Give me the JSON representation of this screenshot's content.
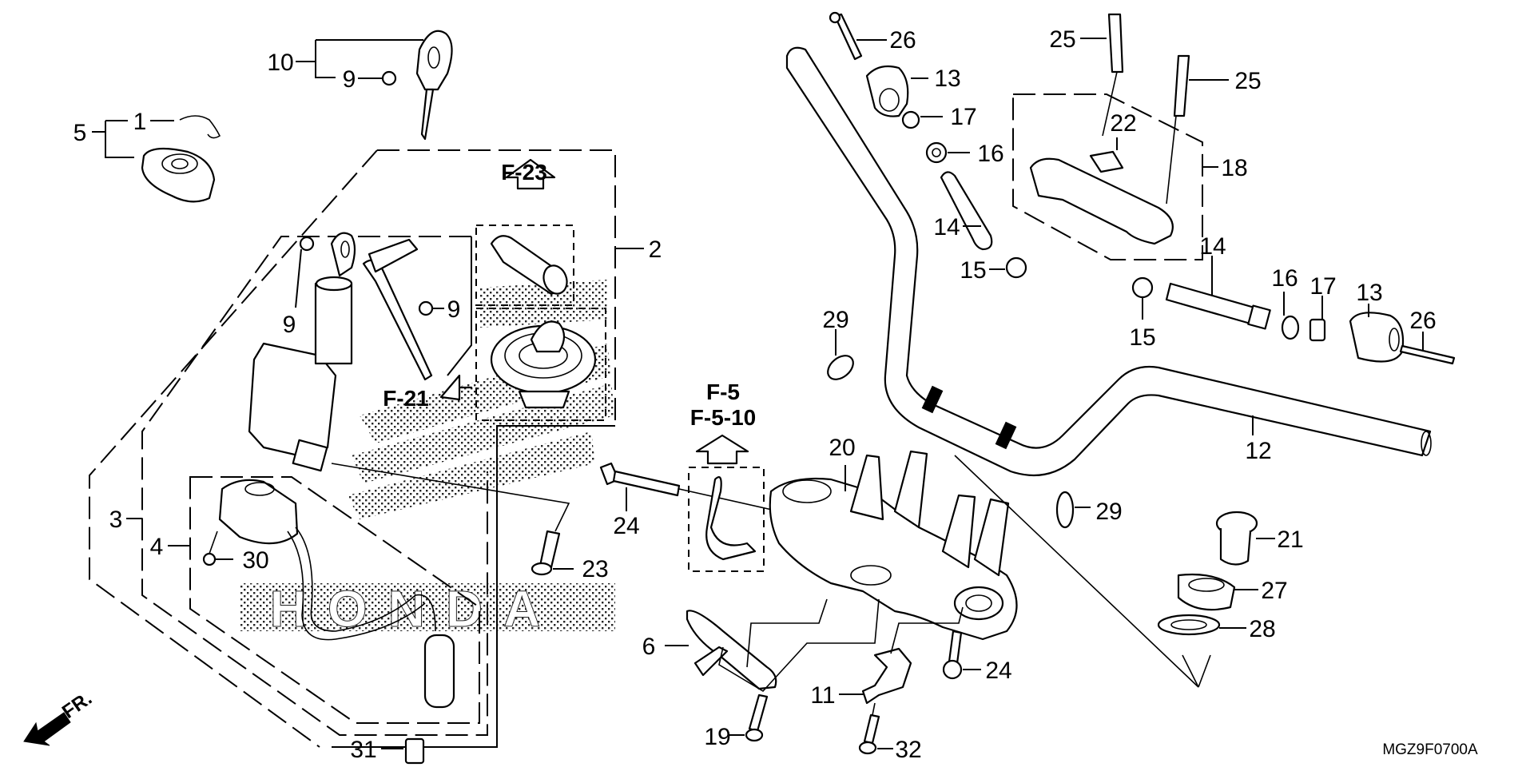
{
  "diagram": {
    "title_code": "MGZ9F0700A",
    "direction_marker": "FR.",
    "watermark": "HONDA",
    "ref_groups": {
      "upper_ref": "F-23",
      "left_ref": "F-21",
      "center_ref_1": "F-5",
      "center_ref_2": "F-5-10"
    },
    "callouts": [
      {
        "id": "c10",
        "label": "10",
        "part": "key-blank"
      },
      {
        "id": "c9a",
        "label": "9",
        "part": "key-tag"
      },
      {
        "id": "c1",
        "label": "1",
        "part": "snap-ring"
      },
      {
        "id": "c5",
        "label": "5",
        "part": "ignition-switch-cover"
      },
      {
        "id": "c2",
        "label": "2",
        "part": "lock-set"
      },
      {
        "id": "c9b",
        "label": "9",
        "part": "key-tag"
      },
      {
        "id": "c9c",
        "label": "9",
        "part": "key-tag"
      },
      {
        "id": "c3",
        "label": "3",
        "part": "key-set"
      },
      {
        "id": "c4",
        "label": "4",
        "part": "ignition-switch"
      },
      {
        "id": "c30",
        "label": "30",
        "part": "screw"
      },
      {
        "id": "c23",
        "label": "23",
        "part": "special-bolt"
      },
      {
        "id": "c31",
        "label": "31",
        "part": "connector"
      },
      {
        "id": "c24a",
        "label": "24",
        "part": "flange-bolt"
      },
      {
        "id": "c20",
        "label": "20",
        "part": "top-bridge"
      },
      {
        "id": "c6",
        "label": "6",
        "part": "wire-clamp"
      },
      {
        "id": "c19",
        "label": "19",
        "part": "bolt"
      },
      {
        "id": "c11",
        "label": "11",
        "part": "stay"
      },
      {
        "id": "c32",
        "label": "32",
        "part": "bolt"
      },
      {
        "id": "c24b",
        "label": "24",
        "part": "flange-bolt"
      },
      {
        "id": "c29a",
        "label": "29",
        "part": "clip"
      },
      {
        "id": "c29b",
        "label": "29",
        "part": "clip"
      },
      {
        "id": "c26a",
        "label": "26",
        "part": "screw"
      },
      {
        "id": "c13a",
        "label": "13",
        "part": "handlebar-weight"
      },
      {
        "id": "c17a",
        "label": "17",
        "part": "clip"
      },
      {
        "id": "c16a",
        "label": "16",
        "part": "rubber-collar"
      },
      {
        "id": "c14a",
        "label": "14",
        "part": "weight-shaft"
      },
      {
        "id": "c15a",
        "label": "15",
        "part": "nut"
      },
      {
        "id": "c25a",
        "label": "25",
        "part": "bolt"
      },
      {
        "id": "c25b",
        "label": "25",
        "part": "bolt"
      },
      {
        "id": "c22",
        "label": "22",
        "part": "plate"
      },
      {
        "id": "c18",
        "label": "18",
        "part": "handlebar-holder"
      },
      {
        "id": "c14b",
        "label": "14",
        "part": "weight-shaft"
      },
      {
        "id": "c15b",
        "label": "15",
        "part": "nut"
      },
      {
        "id": "c16b",
        "label": "16",
        "part": "rubber-collar"
      },
      {
        "id": "c17b",
        "label": "17",
        "part": "clip"
      },
      {
        "id": "c13b",
        "label": "13",
        "part": "handlebar-weight"
      },
      {
        "id": "c26b",
        "label": "26",
        "part": "screw"
      },
      {
        "id": "c12",
        "label": "12",
        "part": "handlebar"
      },
      {
        "id": "c21",
        "label": "21",
        "part": "cap"
      },
      {
        "id": "c27",
        "label": "27",
        "part": "stem-nut"
      },
      {
        "id": "c28",
        "label": "28",
        "part": "washer"
      }
    ]
  }
}
